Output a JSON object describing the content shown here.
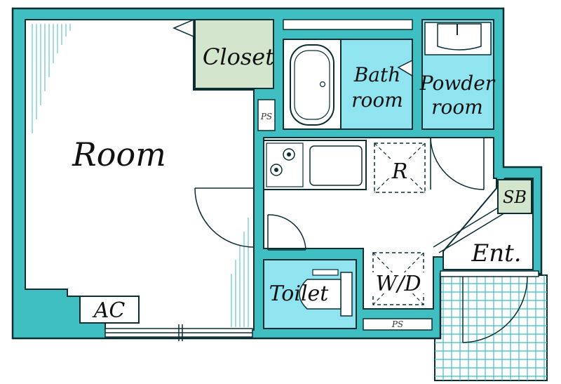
{
  "colors": {
    "wall": "#3fbfc2",
    "outline": "#0b2e33",
    "water": "#8fe4ef",
    "closet": "#d3e5cc",
    "floor": "#ffffff"
  },
  "labels": {
    "room": "Room",
    "closet": "Closet",
    "bath_line1": "Bath",
    "bath_line2": "room",
    "powder_line1": "Powder",
    "powder_line2": "room",
    "refrigerator": "R",
    "sb": "SB",
    "entrance": "Ent.",
    "toilet": "Toilet",
    "washer_dryer": "W/D",
    "ac": "AC",
    "ps_upper": "PS",
    "ps_lower": "PS"
  }
}
